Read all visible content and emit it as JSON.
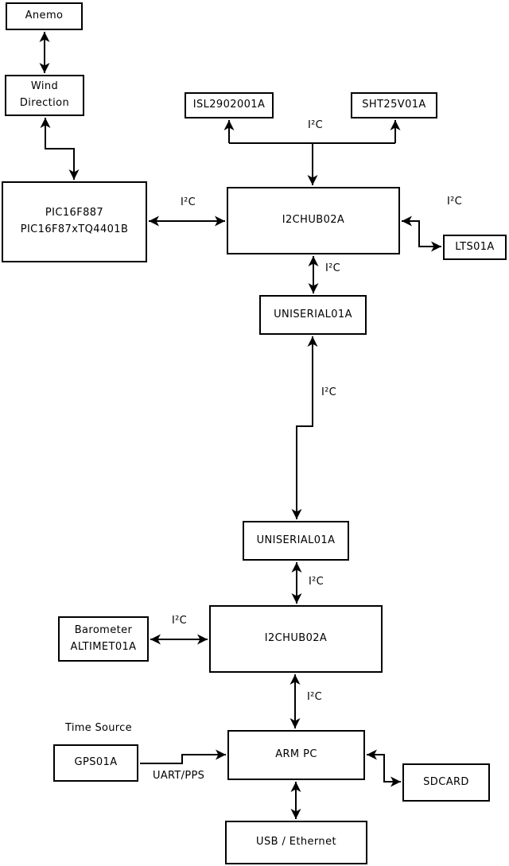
{
  "nodes": {
    "anemo": {
      "label": "Anemo"
    },
    "wind": {
      "label": "Wind\nDirection"
    },
    "pic": {
      "label": "PIC16F887\nPIC16F87xTQ4401B"
    },
    "isl": {
      "label": "ISL2902001A"
    },
    "sht": {
      "label": "SHT25V01A"
    },
    "hub1": {
      "label": "I2CHUB02A"
    },
    "lts": {
      "label": "LTS01A"
    },
    "uniserial1": {
      "label": "UNISERIAL01A"
    },
    "uniserial2": {
      "label": "UNISERIAL01A"
    },
    "barometer": {
      "label": "Barometer\nALTIMET01A"
    },
    "hub2": {
      "label": "I2CHUB02A"
    },
    "armpc": {
      "label": "ARM PC"
    },
    "gps": {
      "label": "GPS01A"
    },
    "sdcard": {
      "label": "SDCARD"
    },
    "usb": {
      "label": "USB / Ethernet"
    }
  },
  "labels": {
    "i2c": "I²C",
    "uart_pps": "UART/PPS",
    "time_source": "Time Source"
  },
  "colors": {
    "line": "#000000",
    "background": "#ffffff",
    "box_fill": "#ffffff"
  }
}
